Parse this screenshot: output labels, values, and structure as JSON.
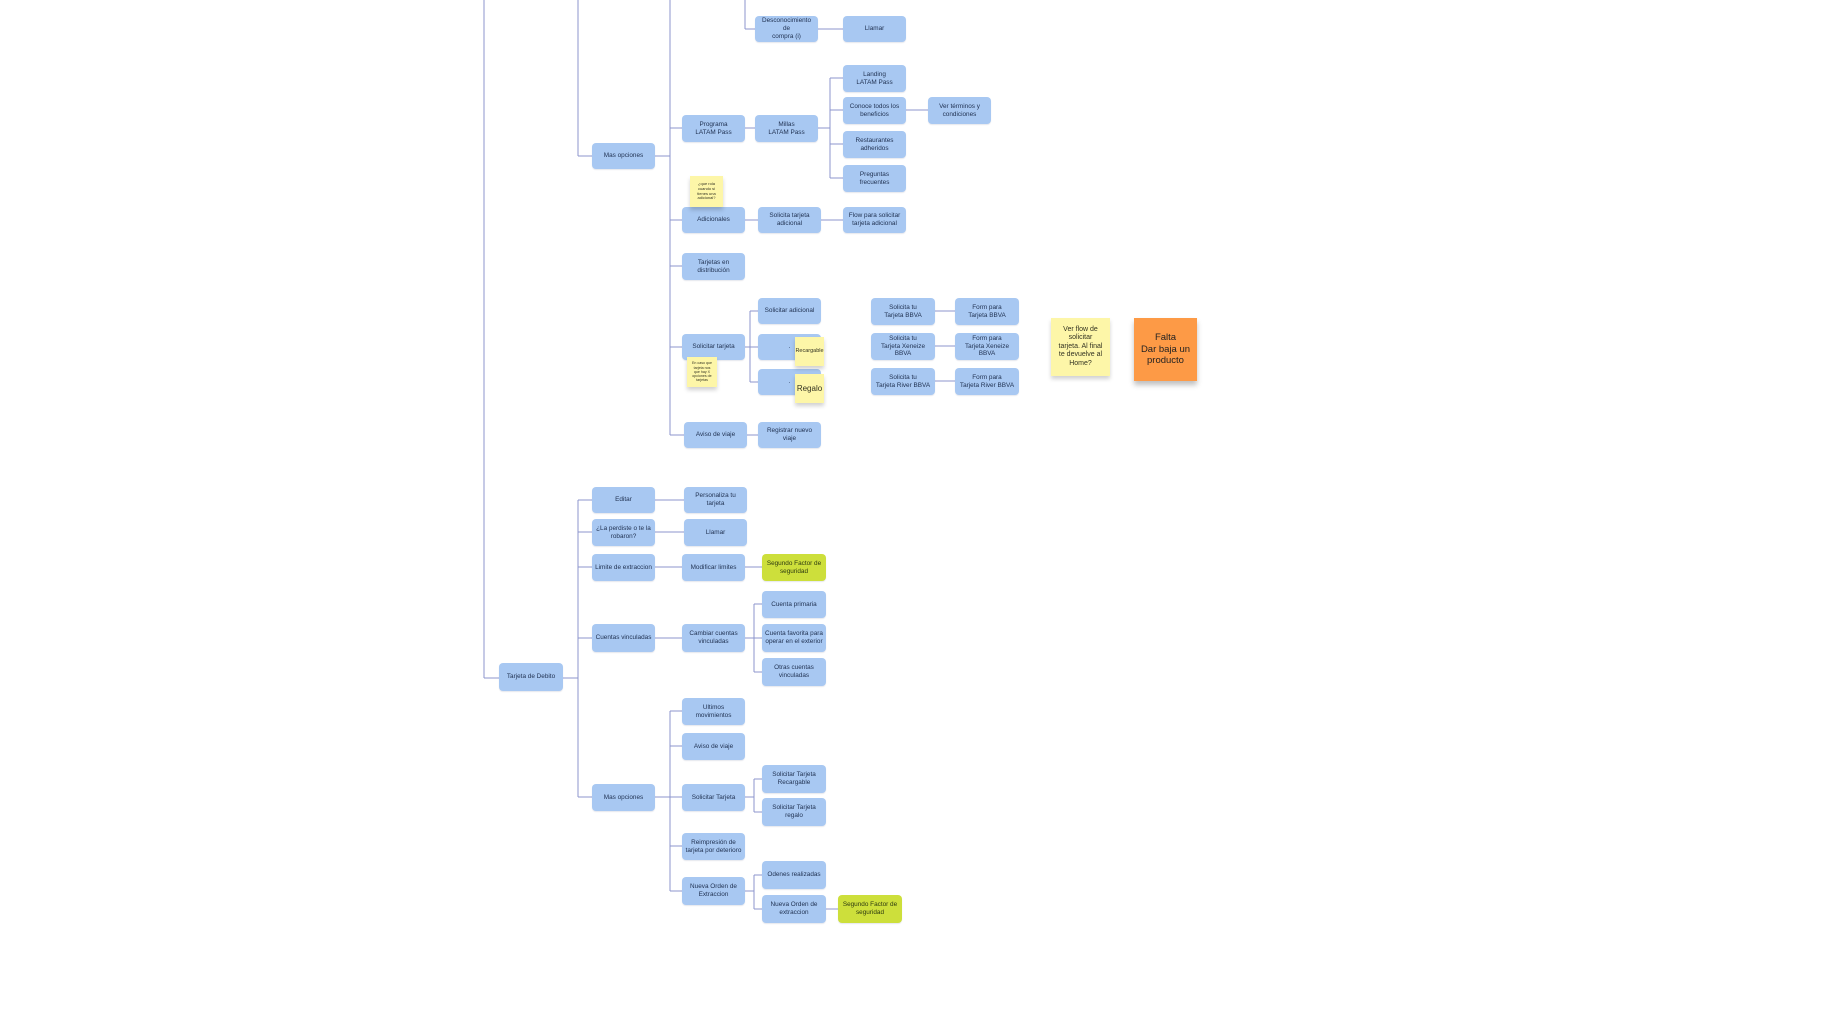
{
  "diagram": {
    "nodes": {
      "desconocimiento_compra": "Desconocimiento de\ncompra (i)",
      "llamar_top": "Llamar",
      "landing_latam": "Landing\nLATAM Pass",
      "conoce_beneficios": "Conoce todos los\nbeneficios",
      "ver_terminos": "Ver términos y\ncondiciones",
      "programa_latam": "Programa\nLATAM Pass",
      "millas_latam": "Millas\nLATAM Pass",
      "mas_opciones_credito": "Mas opciones",
      "restaurantes": "Restaurantes\nadheridos",
      "preguntas_frecuentes": "Preguntas frecuentes",
      "adicionales": "Adicionales",
      "solicita_tarjeta_adicional": "Solicita tarjeta\nadicional",
      "flow_solicitar_adicional": "Flow para solicitar\ntarjeta adicional",
      "tarjetas_distribucion": "Tarjetas en\ndistribución",
      "solicitar_adicional": "Solicitar adicional",
      "solicitar_tarjeta": "Solicitar tarjeta",
      "dot_1": ".",
      "dot_2": ".",
      "solicita_bbva": "Solicita tu\nTarjeta BBVA",
      "form_bbva": "Form para\nTarjeta BBVA",
      "solicita_xeneize": "Solicita tu\nTarjeta Xeneize BBVA",
      "form_xeneize": "Form para\nTarjeta Xeneize BBVA",
      "solicita_river": "Solicita tu\nTarjeta River BBVA",
      "form_river": "Form para\nTarjeta River BBVA",
      "aviso_viaje_credito": "Aviso de viaje",
      "registrar_viaje": "Registrar nuevo viaje",
      "editar": "Editar",
      "personaliza": "Personaliza tu tarjeta",
      "perdiste": "¿La perdiste o te la\nrobaron?",
      "llamar_debito": "Llamar",
      "limite_extraccion": "Limite de extraccion",
      "modificar_limites": "Modificar limites",
      "segundo_factor_1": "Segundo Factor de\nseguridad",
      "cuentas_vinculadas": "Cuentas vinculadas",
      "cambiar_cuentas": "Cambiar cuentas\nvinculadas",
      "cuenta_primaria": "Cuenta primaria",
      "cuenta_favorita": "Cuenta favorita para\noperar en el exterior",
      "otras_cuentas": "Otras cuentas\nvinculadas",
      "tarjeta_debito": "Tarjeta de Debito",
      "ultimos_movimientos": "Ultimos movimientos",
      "aviso_viaje_debito": "Aviso de viaje",
      "mas_opciones_debito": "Mas opciones",
      "solicitar_tarjeta_debito": "Solicitar Tarjeta",
      "solicitar_recargable": "Solicitar Tarjeta\nRecargable",
      "solicitar_regalo": "Solicitar Tarjeta\nregalo",
      "reimpresion": "Reimpresión de\ntarjeta por deterioro",
      "nueva_orden": "Nueva Orden de\nExtraccion",
      "ordenes_realizadas": "Odenes realizadas",
      "nueva_orden_extraccion": "Nueva Orden de\nextraccion",
      "segundo_factor_2": "Segundo Factor de\nseguridad"
    },
    "stickies": {
      "que_pasa_adicional": "¿que rola\ncuando si\ntienes una\nadicional?",
      "recargable": "Recargable",
      "regalo": "Regalo",
      "nota_solicitar": "En caso que\ntarjeta nos\nque hay X\nopciones de\ntarjetas",
      "ver_flow": "Ver flow de\nsolicitar\ntarjeta. Al final\nte devuelve al\nHome?",
      "falta": "Falta\nDar baja un\nproducto"
    },
    "colors": {
      "node_fill": "#a8c8f2",
      "green_fill": "#cddf3b",
      "sticky_yellow": "#fdf6a8",
      "sticky_orange": "#fd9a46",
      "connector": "#8c95cc"
    }
  }
}
